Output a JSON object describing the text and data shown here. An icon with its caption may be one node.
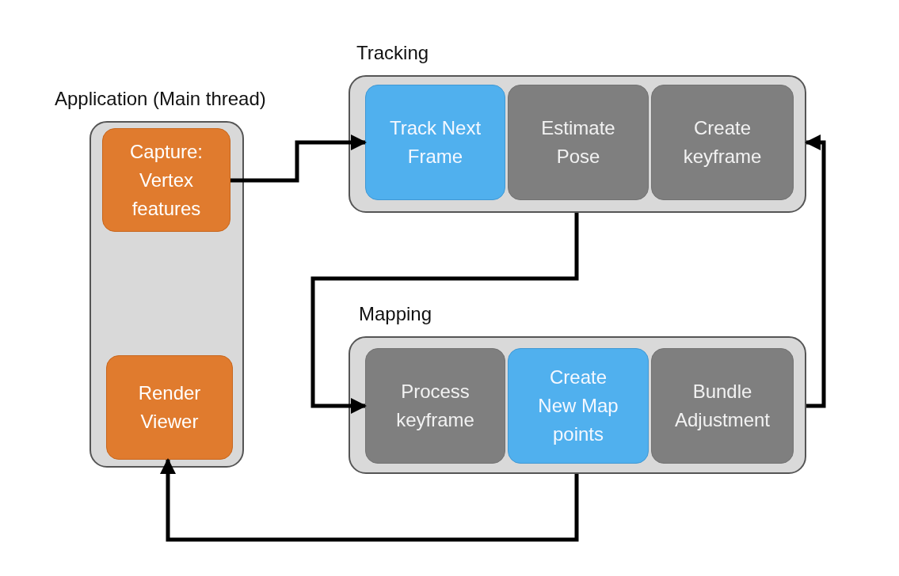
{
  "diagram": {
    "nodes": [
      {
        "text": [
          "Application (Main thread)"
        ]
      },
      {
        "text": [
          "Capture: Vertex features"
        ],
        "in": 0
      },
      {
        "text": [
          "Render Viewer"
        ],
        "in": 0
      },
      {
        "text": [
          "Tracking"
        ]
      },
      {
        "text": [
          "Track Next Frame"
        ],
        "in": 3
      },
      {
        "text": [
          "Estimate Pose"
        ],
        "in": 3
      },
      {
        "text": [
          "Create keyframe"
        ],
        "in": 3
      },
      {
        "text": [
          "Mapping"
        ]
      },
      {
        "text": [
          "Process keyframe"
        ],
        "in": 7
      },
      {
        "text": [
          "Create New Map points"
        ],
        "in": 7
      },
      {
        "text": [
          "Bundle Adjustment"
        ],
        "in": 7
      }
    ],
    "edges": [
      {
        "from": 1,
        "to": 4,
        "arrow": "to"
      },
      {
        "from": 3,
        "to": 8,
        "arrow": "to"
      },
      {
        "from": 7,
        "to": 3,
        "arrow": "to"
      },
      {
        "from": 7,
        "to": 2,
        "arrow": "to"
      }
    ]
  }
}
